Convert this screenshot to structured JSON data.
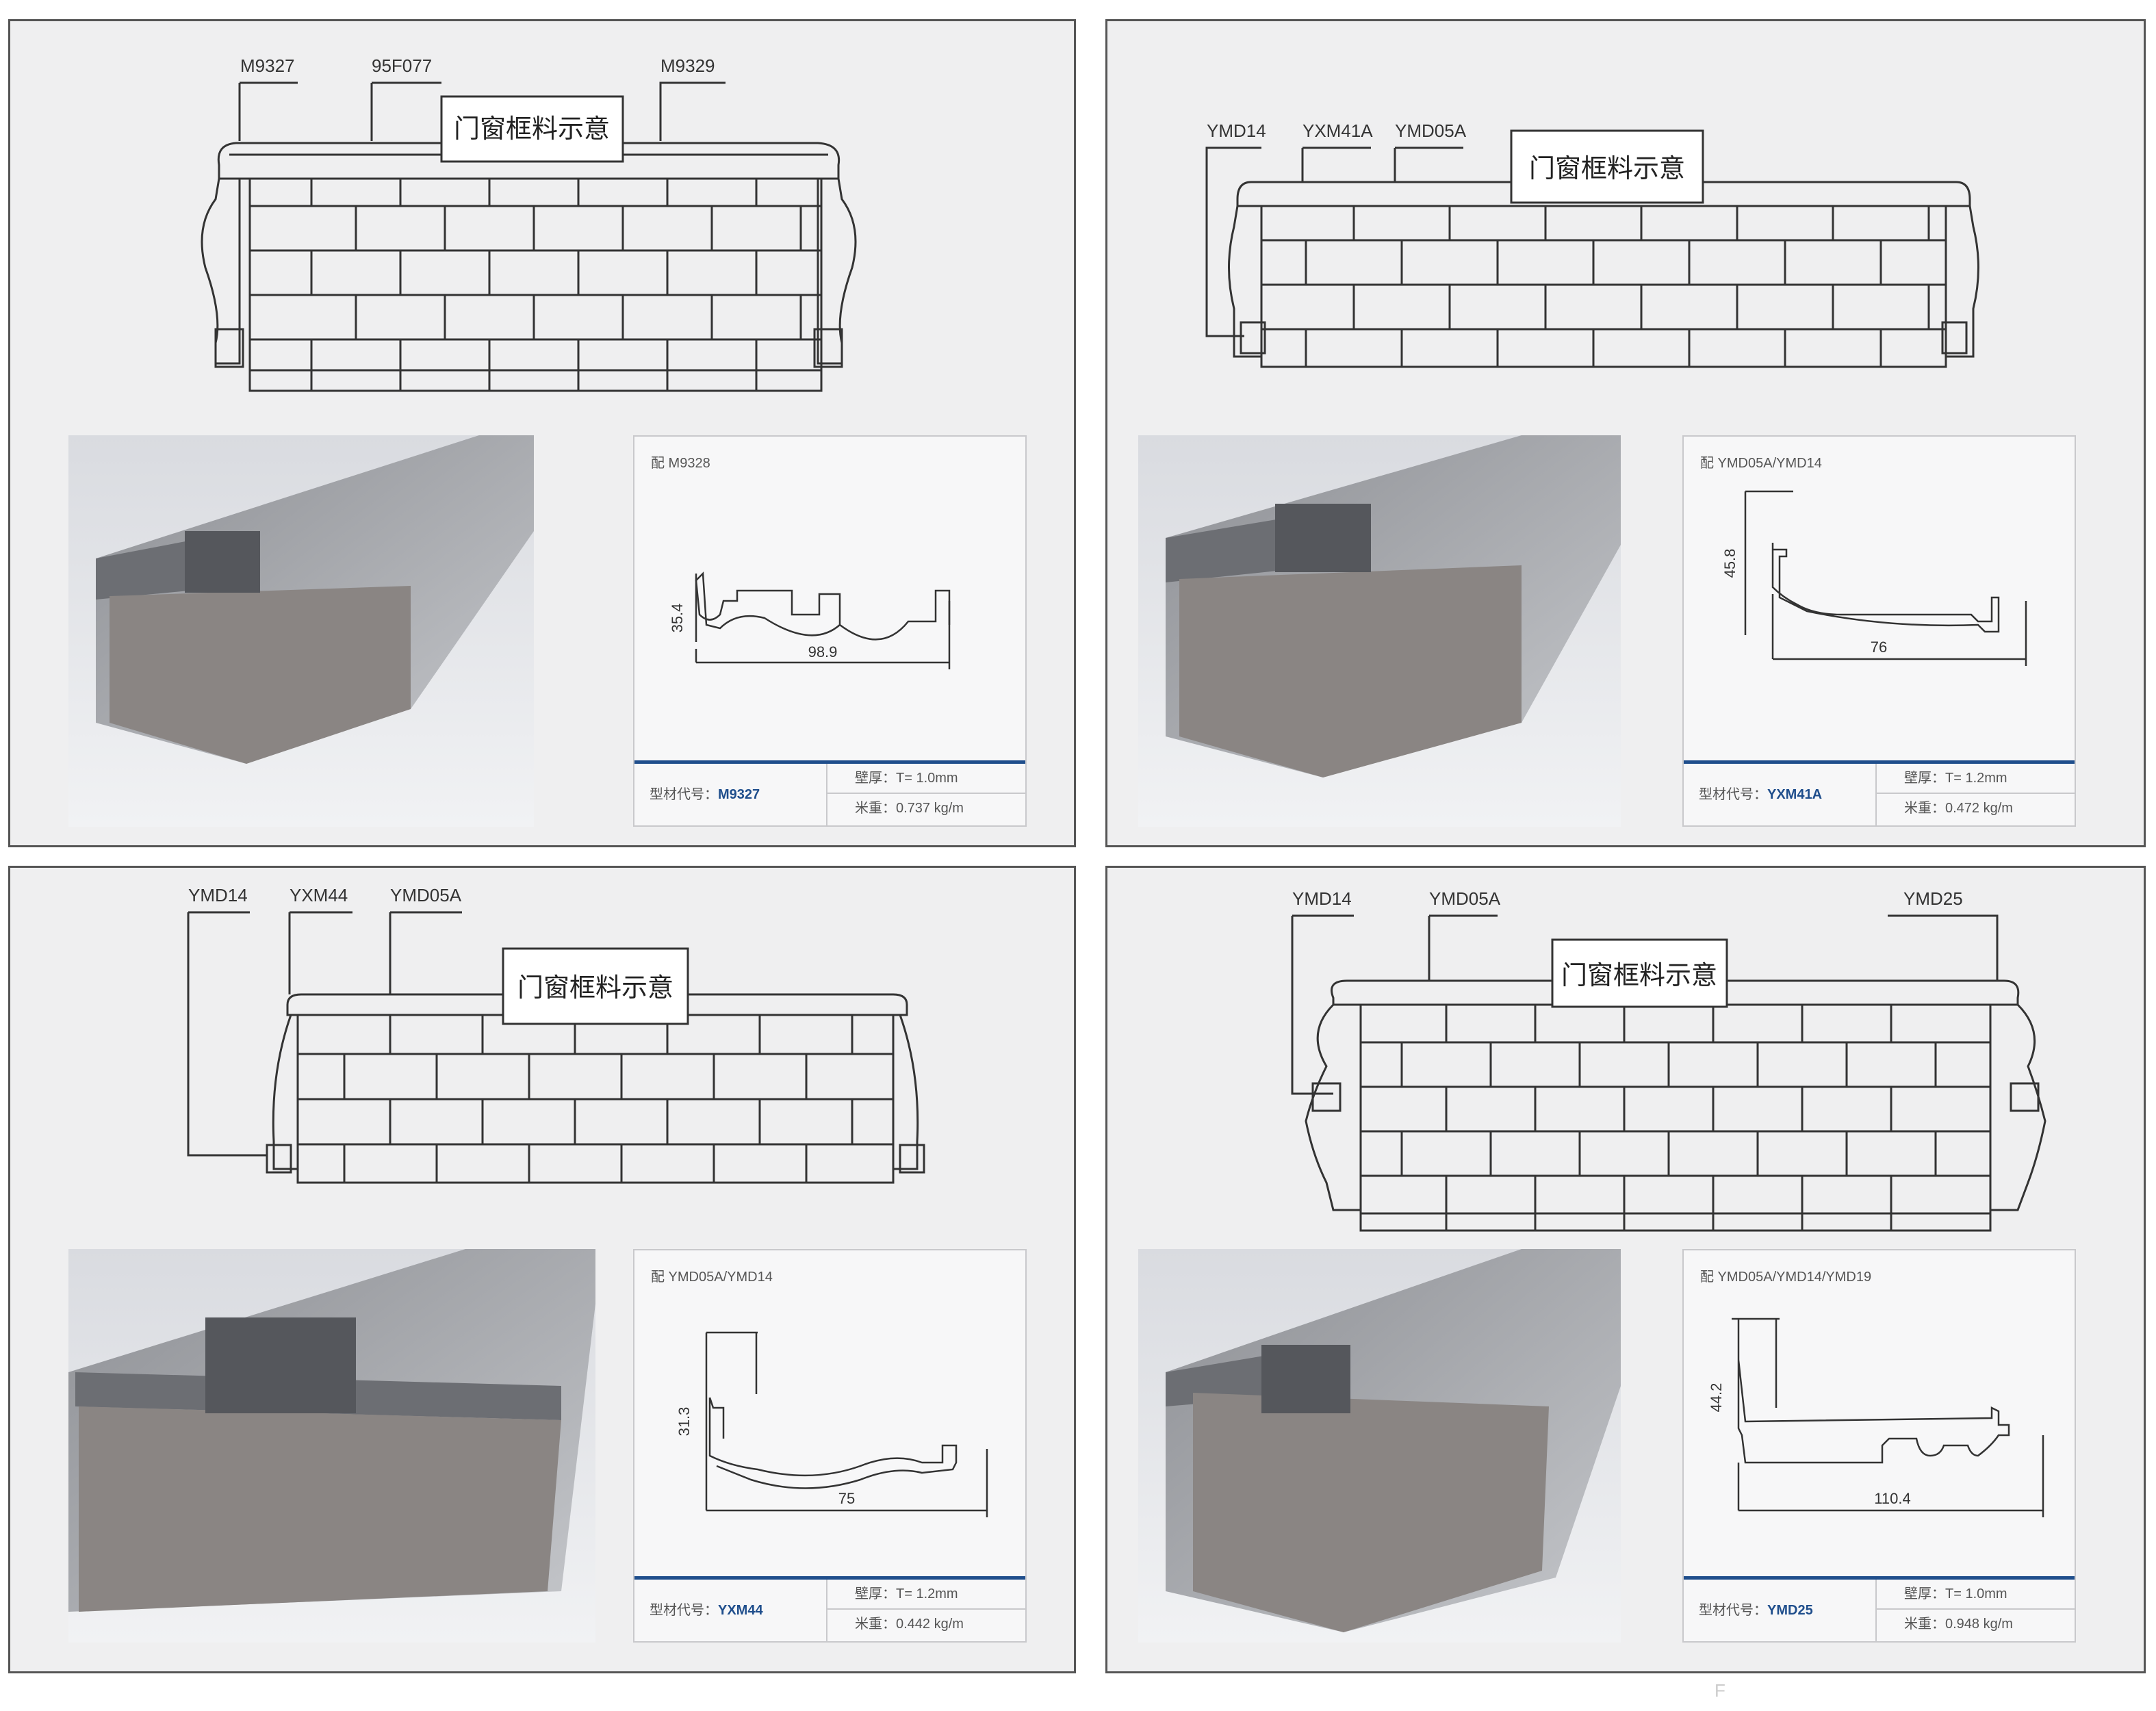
{
  "panels": [
    {
      "callouts": [
        "M9327",
        "95F077",
        "M9329"
      ],
      "schematic_label": "门窗框料示意",
      "card": {
        "ref": "配 M9328",
        "dim_height": "35.4",
        "dim_width": "98.9",
        "code_label": "型材代号：",
        "code": "M9327",
        "thickness": "壁厚：T= 1.0mm",
        "weight": "米重：0.737 kg/m"
      }
    },
    {
      "callouts": [
        "YMD14",
        "YXM41A",
        "YMD05A"
      ],
      "schematic_label": "门窗框料示意",
      "card": {
        "ref": "配 YMD05A/YMD14",
        "dim_height": "45.8",
        "dim_width": "76",
        "code_label": "型材代号：",
        "code": "YXM41A",
        "thickness": "壁厚：T= 1.2mm",
        "weight": "米重：0.472 kg/m"
      }
    },
    {
      "callouts": [
        "YMD14",
        "YXM44",
        "YMD05A"
      ],
      "schematic_label": "门窗框料示意",
      "card": {
        "ref": "配 YMD05A/YMD14",
        "dim_height": "31.3",
        "dim_width": "75",
        "code_label": "型材代号：",
        "code": "YXM44",
        "thickness": "壁厚：T= 1.2mm",
        "weight": "米重：0.442 kg/m"
      }
    },
    {
      "callouts": [
        "YMD14",
        "YMD05A",
        "YMD25"
      ],
      "schematic_label": "门窗框料示意",
      "card": {
        "ref": "配 YMD05A/YMD14/YMD19",
        "dim_height": "44.2",
        "dim_width": "110.4",
        "code_label": "型材代号：",
        "code": "YMD25",
        "thickness": "壁厚：T= 1.0mm",
        "weight": "米重：0.948 kg/m"
      }
    }
  ],
  "footer_mark": "F",
  "colors": {
    "accent": "#1f4e8c",
    "panel_bg": "#efeff0",
    "border": "#555555"
  }
}
